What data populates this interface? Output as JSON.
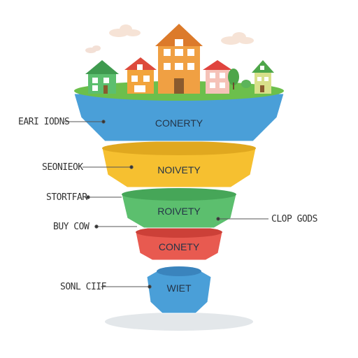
{
  "colors": {
    "blue": "#4a9fd8",
    "blue_dark": "#3a84bd",
    "yellow": "#f6c030",
    "yellow_dark": "#e0a81f",
    "green": "#5cbf6e",
    "green_dark": "#46a658",
    "red": "#e85a50",
    "red_dark": "#cc4038",
    "grass": "#6cbf4c"
  },
  "tiers": [
    {
      "label": "CONERTY"
    },
    {
      "label": "NOIVETY"
    },
    {
      "label": "ROIVETY"
    },
    {
      "label": "CONETY"
    },
    {
      "label": "WIET"
    }
  ],
  "callouts": [
    {
      "text": "EARI IODNS"
    },
    {
      "text": "SEONIEOK"
    },
    {
      "text": "STORTFAR"
    },
    {
      "text": "BUY COW"
    },
    {
      "text": "CLOP GODS"
    },
    {
      "text": "SONL CIIF"
    }
  ]
}
